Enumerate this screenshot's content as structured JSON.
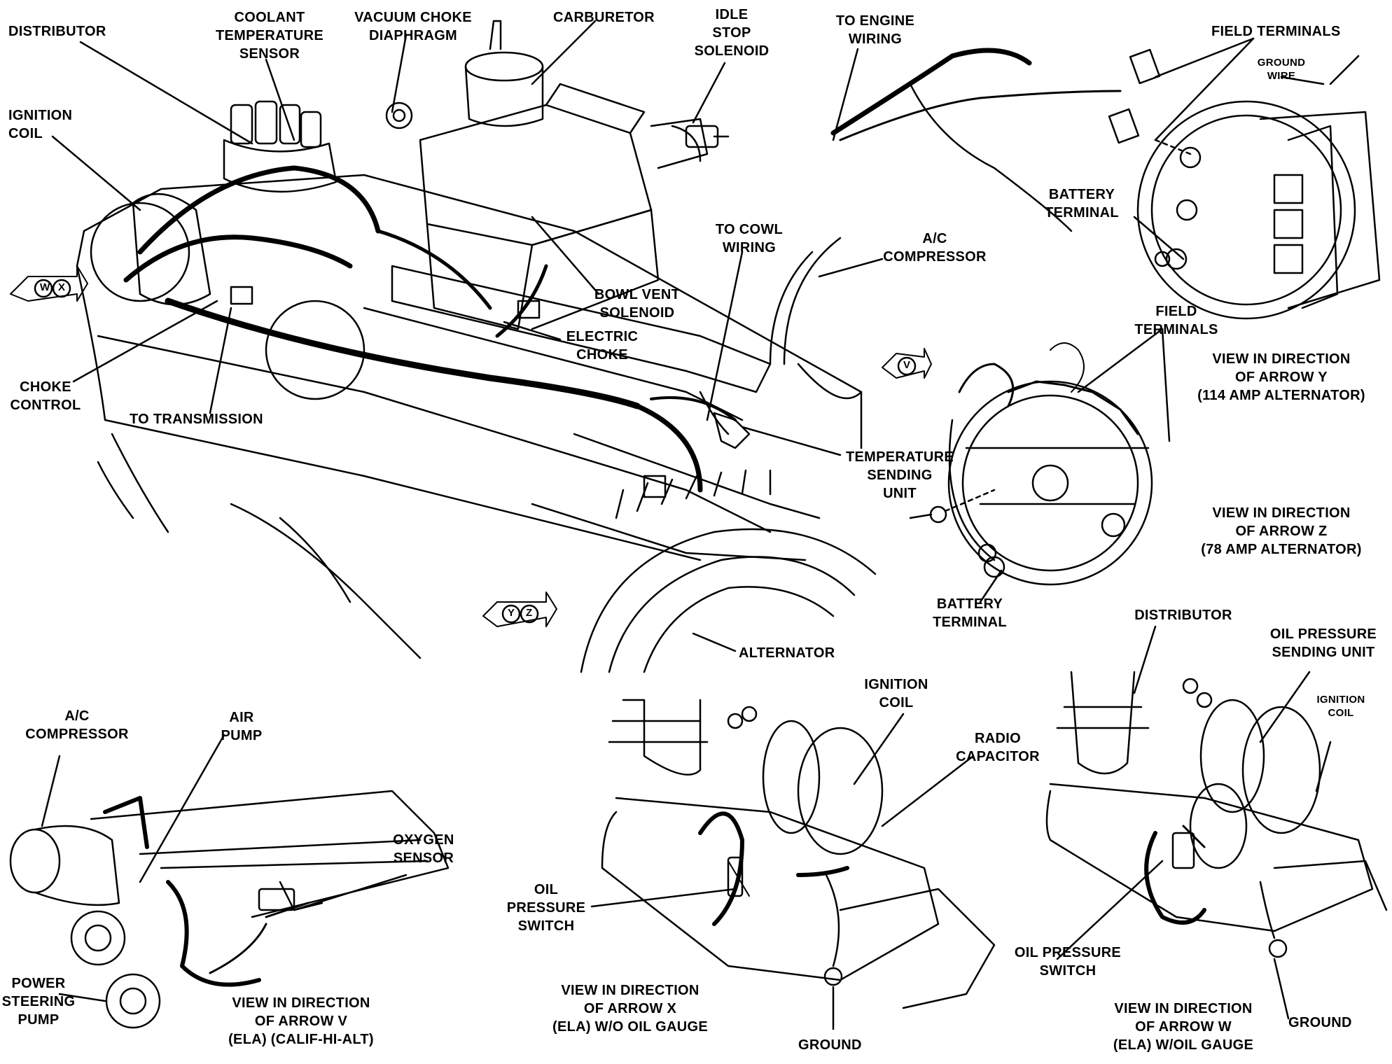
{
  "colors": {
    "ink": "#000000",
    "paper": "#ffffff"
  },
  "labels": {
    "distributor_main": "DISTRIBUTOR",
    "coolant_temp_sensor": "COOLANT\nTEMPERATURE\nSENSOR",
    "vacuum_choke_diaphragm": "VACUUM CHOKE\nDIAPHRAGM",
    "carburetor": "CARBURETOR",
    "idle_stop_solenoid": "IDLE\nSTOP\nSOLENOID",
    "to_engine_wiring": "TO ENGINE\nWIRING",
    "field_terminals_top": "FIELD TERMINALS",
    "ground_wire": "GROUND\nWIRE",
    "ignition_coil_main": "IGNITION\nCOIL",
    "battery_terminal_top": "BATTERY\nTERMINAL",
    "to_cowl_wiring": "TO COWL\nWIRING",
    "ac_compressor_main": "A/C\nCOMPRESSOR",
    "bowl_vent_solenoid": "BOWL VENT\nSOLENOID",
    "electric_choke": "ELECTRIC\nCHOKE",
    "field_terminals_mid": "FIELD\nTERMINALS",
    "view_arrow_y": "VIEW IN DIRECTION\nOF ARROW Y\n(114 AMP ALTERNATOR)",
    "choke_control": "CHOKE\nCONTROL",
    "to_transmission": "TO TRANSMISSION",
    "temperature_sending_unit": "TEMPERATURE\nSENDING\nUNIT",
    "view_arrow_z": "VIEW IN DIRECTION\nOF ARROW Z\n(78 AMP ALTERNATOR)",
    "battery_terminal_mid": "BATTERY\nTERMINAL",
    "alternator": "ALTERNATOR",
    "distributor_w": "DISTRIBUTOR",
    "oil_pressure_sending_unit": "OIL PRESSURE\nSENDING UNIT",
    "ignition_coil_w": "IGNITION\nCOIL",
    "ac_compressor_v": "A/C\nCOMPRESSOR",
    "air_pump": "AIR\nPUMP",
    "oxygen_sensor": "OXYGEN\nSENSOR",
    "power_steering_pump": "POWER\nSTEERING\nPUMP",
    "view_arrow_v": "VIEW IN DIRECTION\nOF ARROW V\n(ELA) (CALIF-HI-ALT)",
    "ignition_coil_x": "IGNITION\nCOIL",
    "radio_capacitor": "RADIO\nCAPACITOR",
    "oil_pressure_switch_x": "OIL\nPRESSURE\nSWITCH",
    "view_arrow_x": "VIEW IN DIRECTION\nOF ARROW X\n(ELA) W/O OIL GAUGE",
    "ground_x": "GROUND",
    "oil_pressure_switch_w": "OIL PRESSURE\nSWITCH",
    "view_arrow_w": "VIEW IN DIRECTION\nOF ARROW W\n(ELA) W/OIL GAUGE",
    "ground_w": "GROUND"
  },
  "arrow_badges": {
    "wx": [
      "W",
      "X"
    ],
    "v": [
      "V"
    ],
    "yz": [
      "Y",
      "Z"
    ]
  }
}
